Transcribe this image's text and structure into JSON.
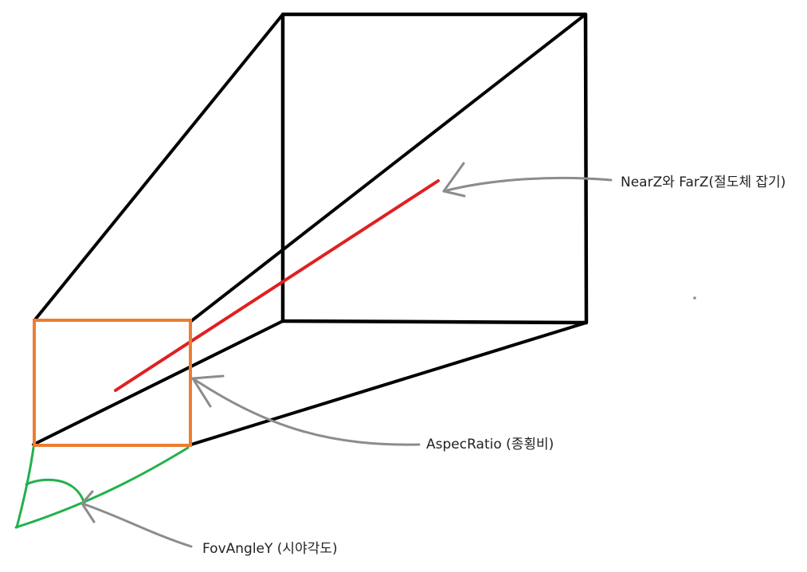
{
  "labels": {
    "near_far": "NearZ와 FarZ(절도체 잡기)",
    "aspect_ratio": "AspecRatio (종횡비)",
    "fov_angle": "FovAngleY (시야각도)"
  },
  "colors": {
    "frustum": "#000000",
    "near_plane": "#ed7d31",
    "depth_line": "#e02020",
    "fov": "#22b14c",
    "arrow": "#8c8c8c",
    "text": "#222222"
  }
}
